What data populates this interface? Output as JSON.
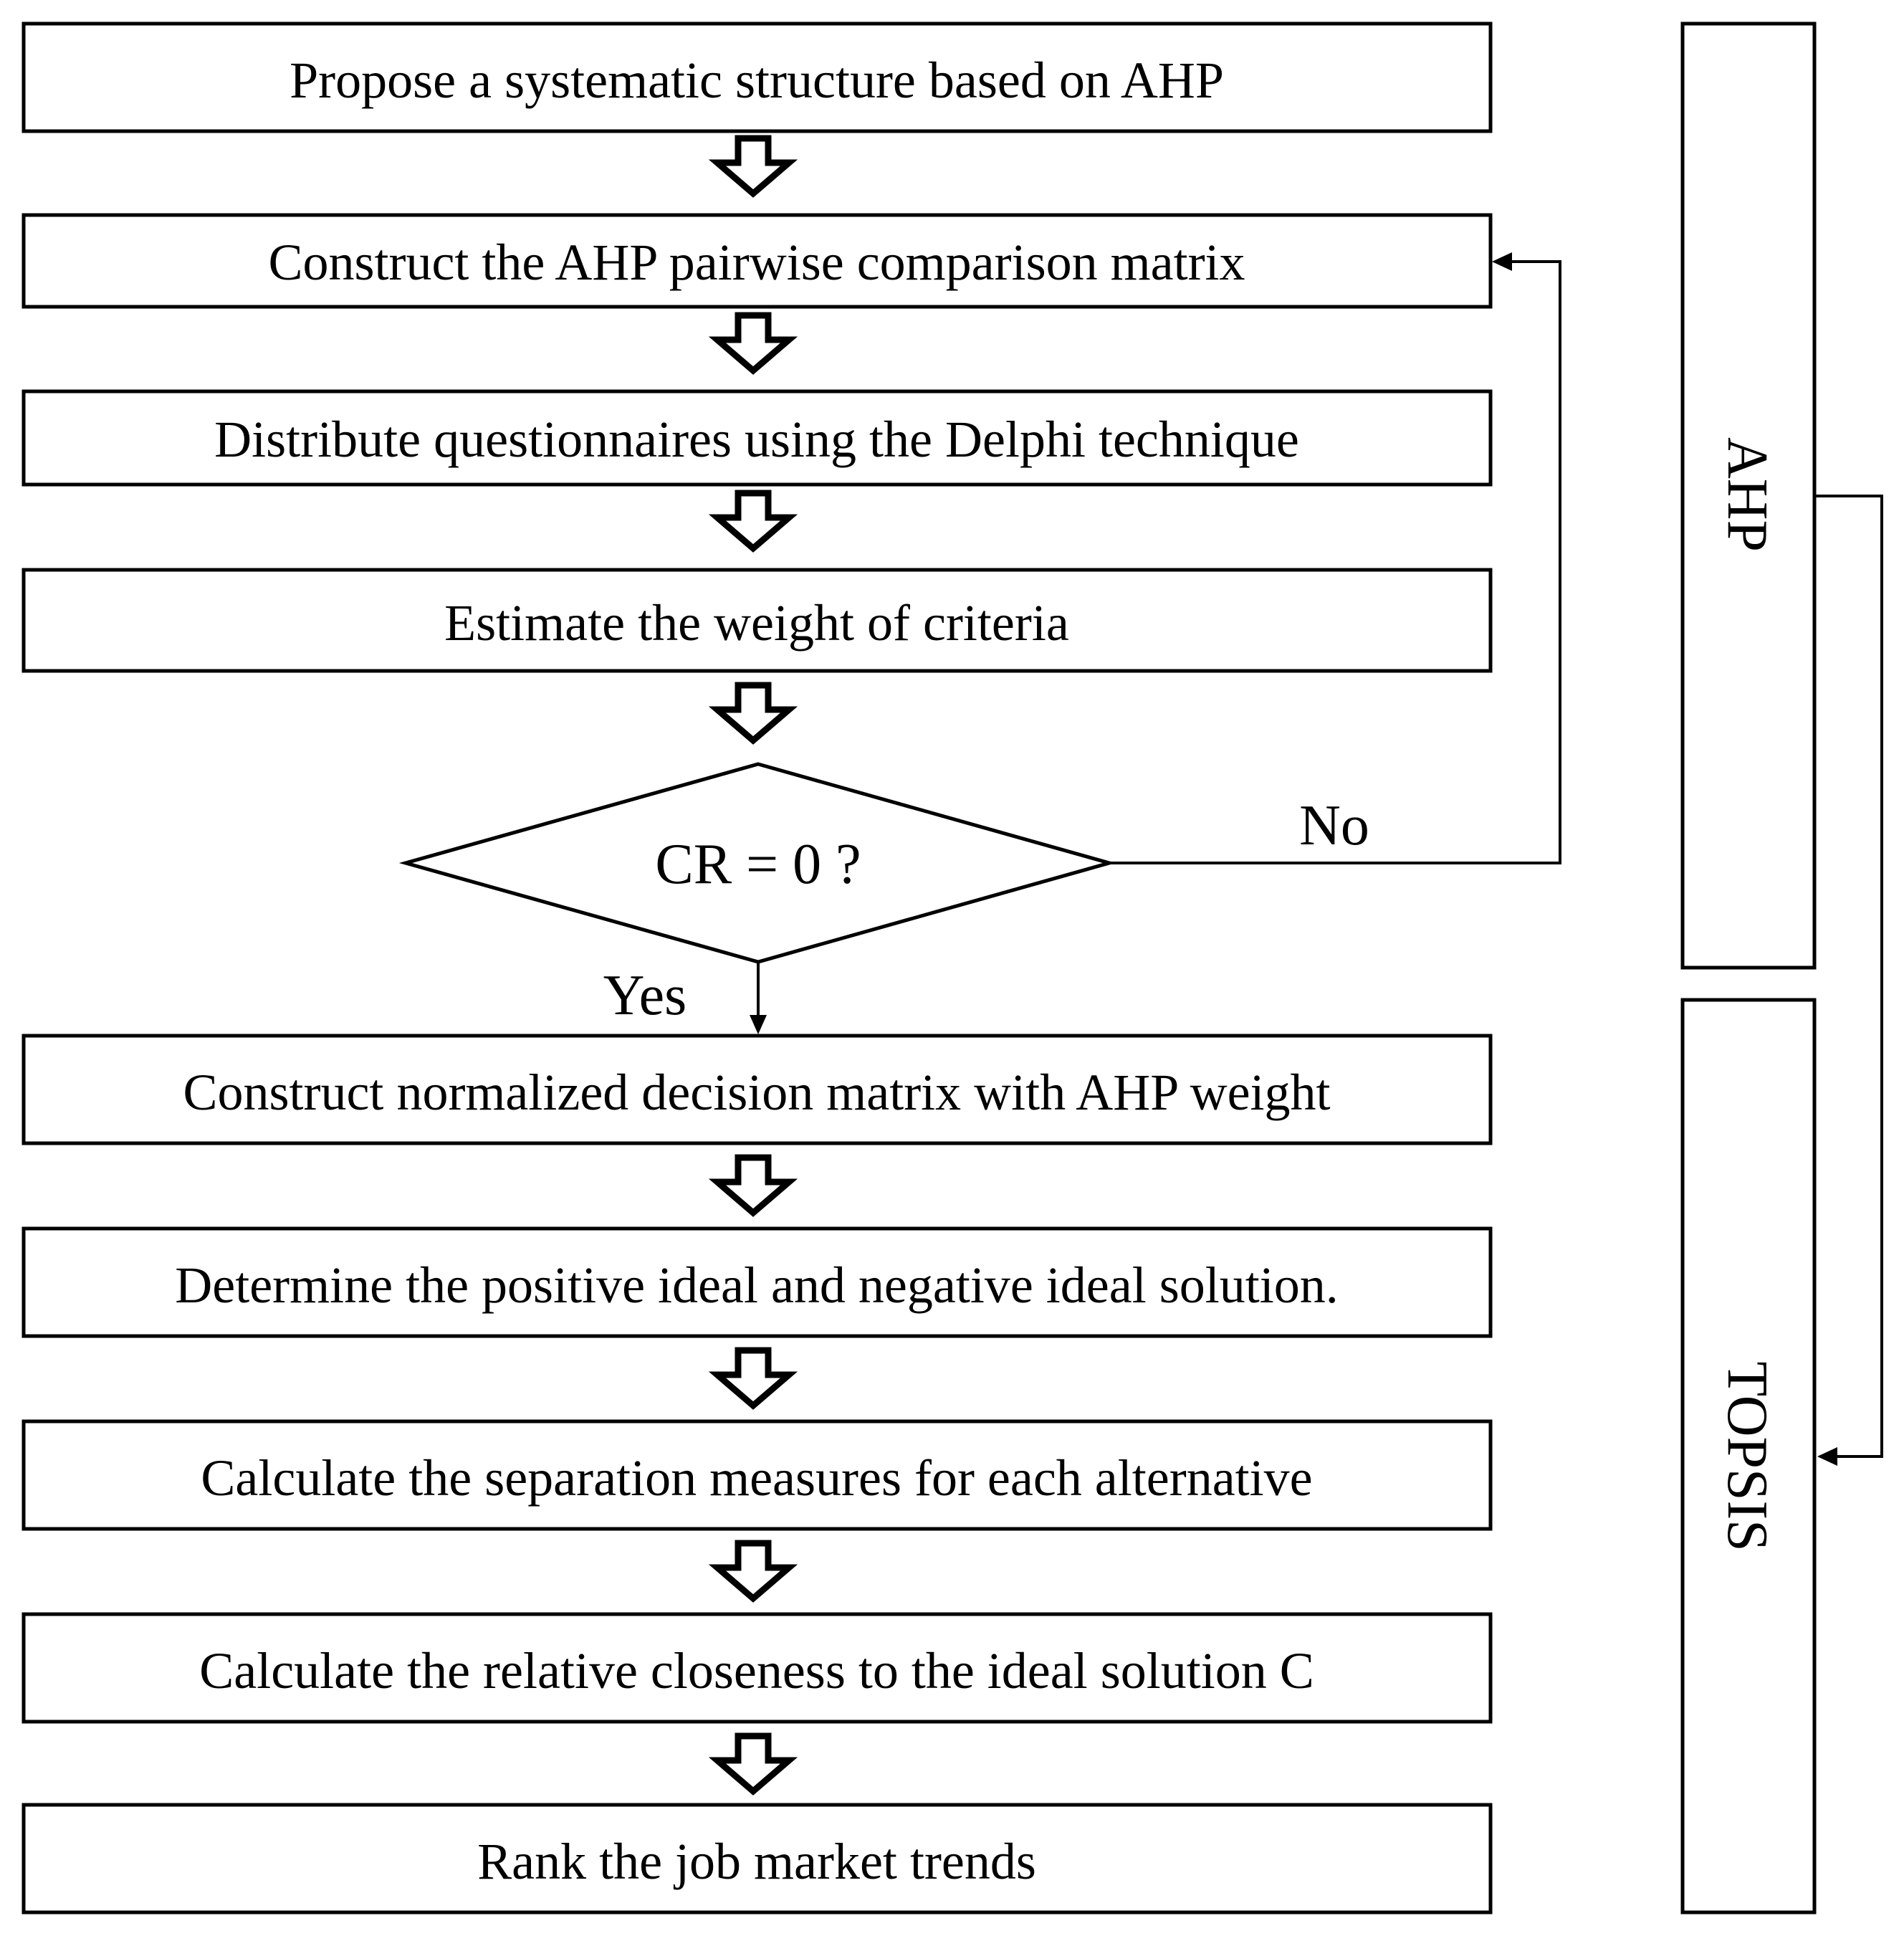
{
  "steps": [
    "Propose a systematic structure based on AHP",
    "Construct the AHP pairwise comparison matrix",
    "Distribute questionnaires using the Delphi technique",
    "Estimate the weight of criteria",
    "Construct normalized decision matrix with AHP weight",
    "Determine the positive ideal and negative ideal solution.",
    "Calculate the separation measures for each alternative",
    "Calculate the relative closeness to the ideal solution C",
    "Rank the job market trends"
  ],
  "decision": {
    "text": "CR = 0 ?",
    "yes_label": "Yes",
    "no_label": "No"
  },
  "phases": {
    "ahp": "AHP",
    "topsis": "TOPSIS"
  }
}
